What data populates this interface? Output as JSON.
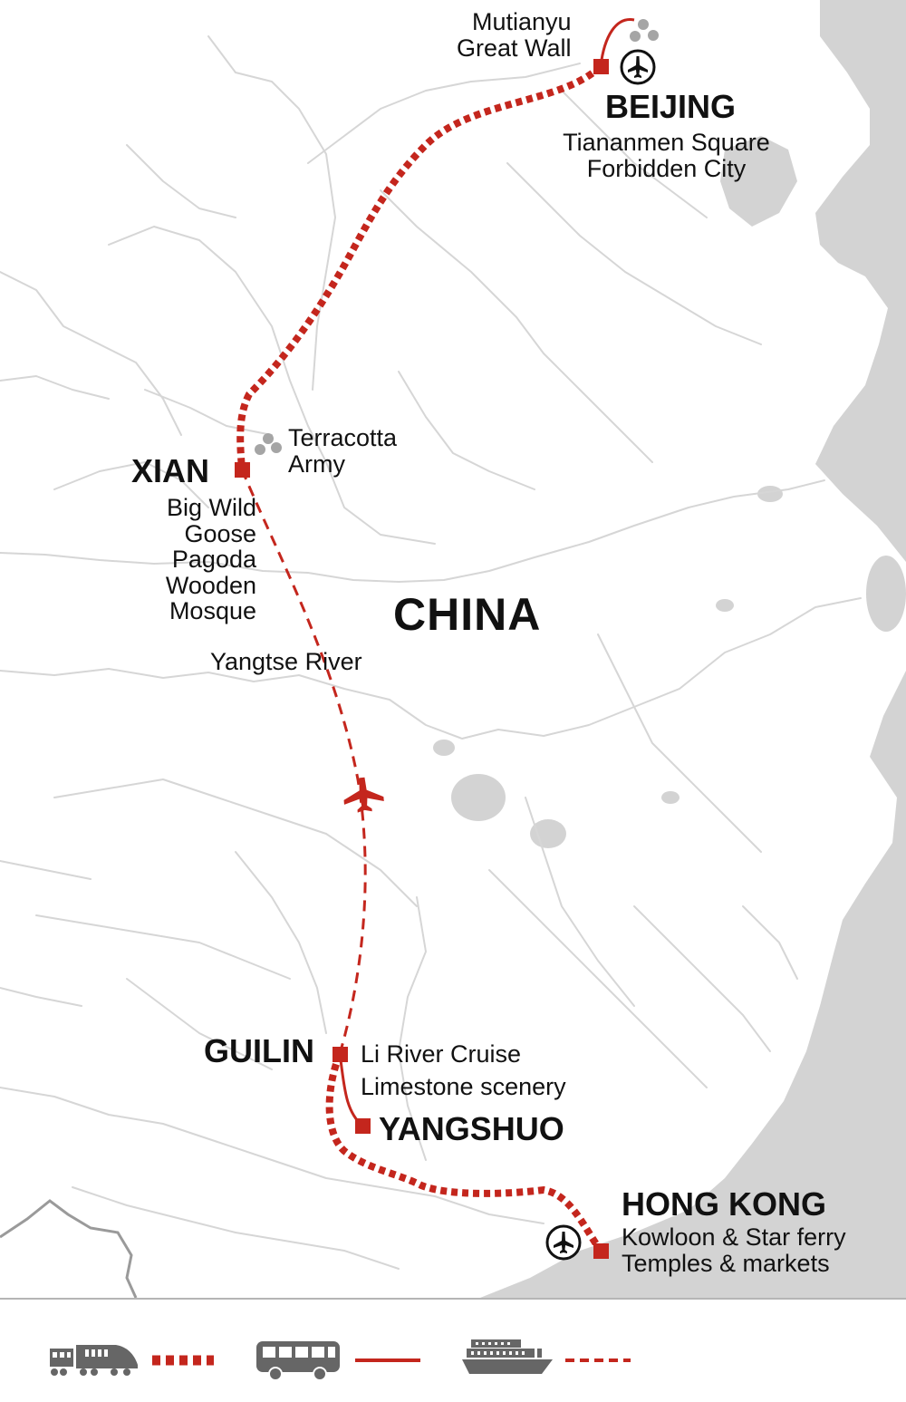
{
  "map": {
    "country_label": "CHINA",
    "river_label": "Yangtse River",
    "colors": {
      "route": "#c4261d",
      "land": "#ffffff",
      "sea": "#d3d3d3",
      "rivers": "#d6d6d6",
      "border": "#9a9a9a",
      "icon": "#666666"
    }
  },
  "cities": {
    "beijing": {
      "name": "BEIJING",
      "notes": [
        "Tiananmen Square",
        "Forbidden City"
      ]
    },
    "xian": {
      "name": "XIAN",
      "notes": [
        "Big Wild",
        "Goose",
        "Pagoda",
        "Wooden",
        "Mosque"
      ]
    },
    "guilin": {
      "name": "GUILIN",
      "notes": [
        "Li River Cruise",
        "Limestone scenery"
      ]
    },
    "yangshuo": {
      "name": "YANGSHUO"
    },
    "hong_kong": {
      "name": "HONG KONG",
      "notes": [
        "Kowloon & Star ferry",
        "Temples & markets"
      ]
    }
  },
  "attractions": {
    "great_wall": [
      "Mutianyu",
      "Great Wall"
    ],
    "terracotta": [
      "Terracotta",
      "Army"
    ]
  },
  "legend": [
    {
      "mode": "train",
      "icon": "train-icon",
      "line": "dotted"
    },
    {
      "mode": "bus",
      "icon": "bus-icon",
      "line": "solid"
    },
    {
      "mode": "boat",
      "icon": "boat-icon",
      "line": "dashed"
    }
  ]
}
